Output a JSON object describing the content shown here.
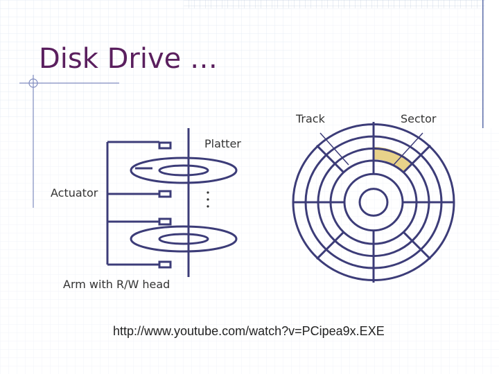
{
  "slide": {
    "title": "Disk Drive …",
    "url": "http://www.youtube.com/watch?v=PCipea9x.EXE"
  },
  "diagram": {
    "labels": {
      "track": "Track",
      "sector": "Sector",
      "platter": "Platter",
      "actuator": "Actuator",
      "arm": "Arm with R/W head",
      "ellipsis": "…"
    },
    "colors": {
      "stroke": "#3c3c78",
      "highlight_sector": "#e8d28a",
      "title": "#5a1f5e",
      "grid": "#dce3ee"
    }
  }
}
